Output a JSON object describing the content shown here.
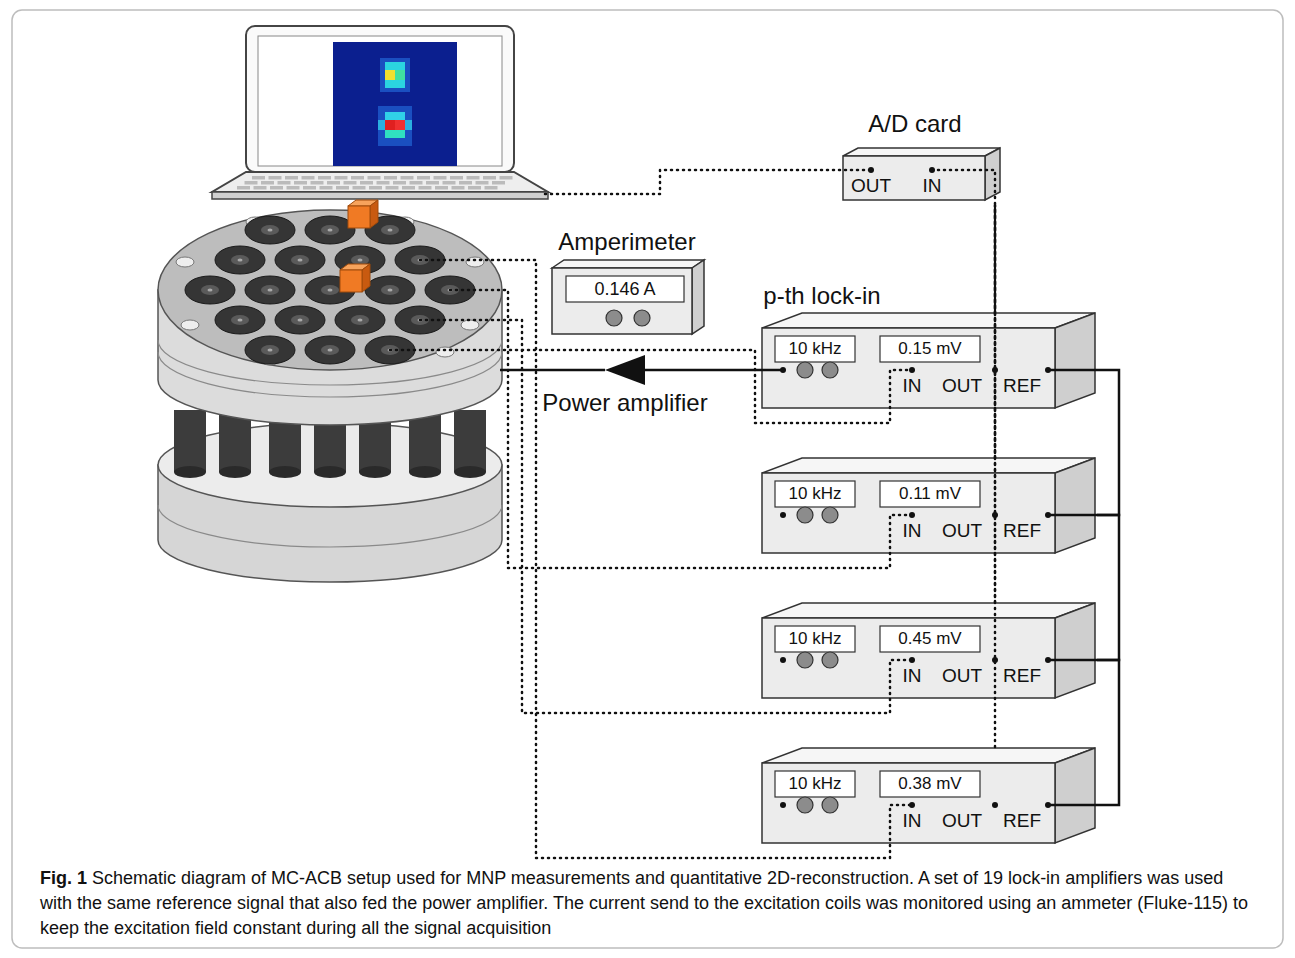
{
  "diagram": {
    "caption": "Fig. 1 Schematic diagram of MC-ACB setup used for MNP measurements and quantitative 2D-reconstruction. A set of 19 lock-in amplifiers was used with the same reference signal that also fed the power amplifier. The current send to the excitation coils was monitored using an ammeter (Fluke-115) to keep the excitation field constant during all the signal acquisition",
    "nodes": [
      {
        "text": [
          "A/D card",
          "OUT",
          "IN"
        ]
      },
      {
        "text": [
          "Amperimeter",
          "0.146 A"
        ]
      },
      {
        "text": [
          "p-th lock-in",
          "10 kHz",
          "0.15 mV",
          "IN",
          "OUT",
          "REF"
        ]
      },
      {
        "text": [
          "Power amplifier"
        ]
      },
      {
        "text": [
          "10 kHz",
          "0.11 mV",
          "IN",
          "OUT",
          "REF"
        ]
      },
      {
        "text": [
          "10 kHz",
          "0.45 mV",
          "IN",
          "OUT",
          "REF"
        ]
      },
      {
        "text": [
          "10 kHz",
          "0.38 mV",
          "IN",
          "OUT",
          "REF"
        ]
      }
    ],
    "edges": [
      {
        "from": 2,
        "to": 3,
        "arrow": "none"
      },
      {
        "from": 2,
        "to": 0,
        "arrow": "none"
      },
      {
        "from": 4,
        "to": 0,
        "arrow": "none"
      },
      {
        "from": 5,
        "to": 0,
        "arrow": "none"
      },
      {
        "from": 6,
        "to": 0,
        "arrow": "none"
      },
      {
        "from": 2,
        "to": 4,
        "arrow": "none"
      },
      {
        "from": 4,
        "to": 5,
        "arrow": "none"
      },
      {
        "from": 5,
        "to": 6,
        "arrow": "none"
      }
    ]
  }
}
